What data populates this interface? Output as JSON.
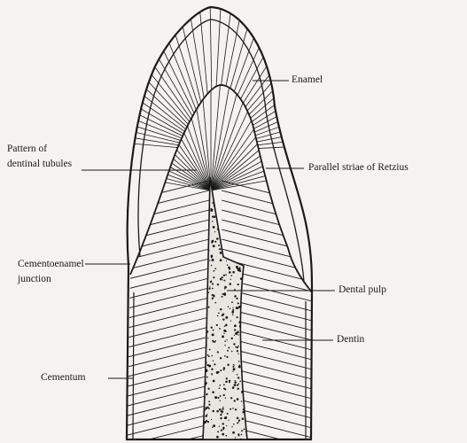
{
  "diagram": {
    "labels": {
      "enamel": "Enamel",
      "tubules_line1": "Pattern of",
      "tubules_line2": "dentinal tubules",
      "retzius": "Parallel striae of Retzius",
      "cej_line1": "Cementoenamel",
      "cej_line2": "junction",
      "pulp": "Dental pulp",
      "dentin": "Dentin",
      "cementum": "Cementum"
    },
    "colors": {
      "ink": "#1a1a1a",
      "paper": "#f4f3ef"
    }
  }
}
